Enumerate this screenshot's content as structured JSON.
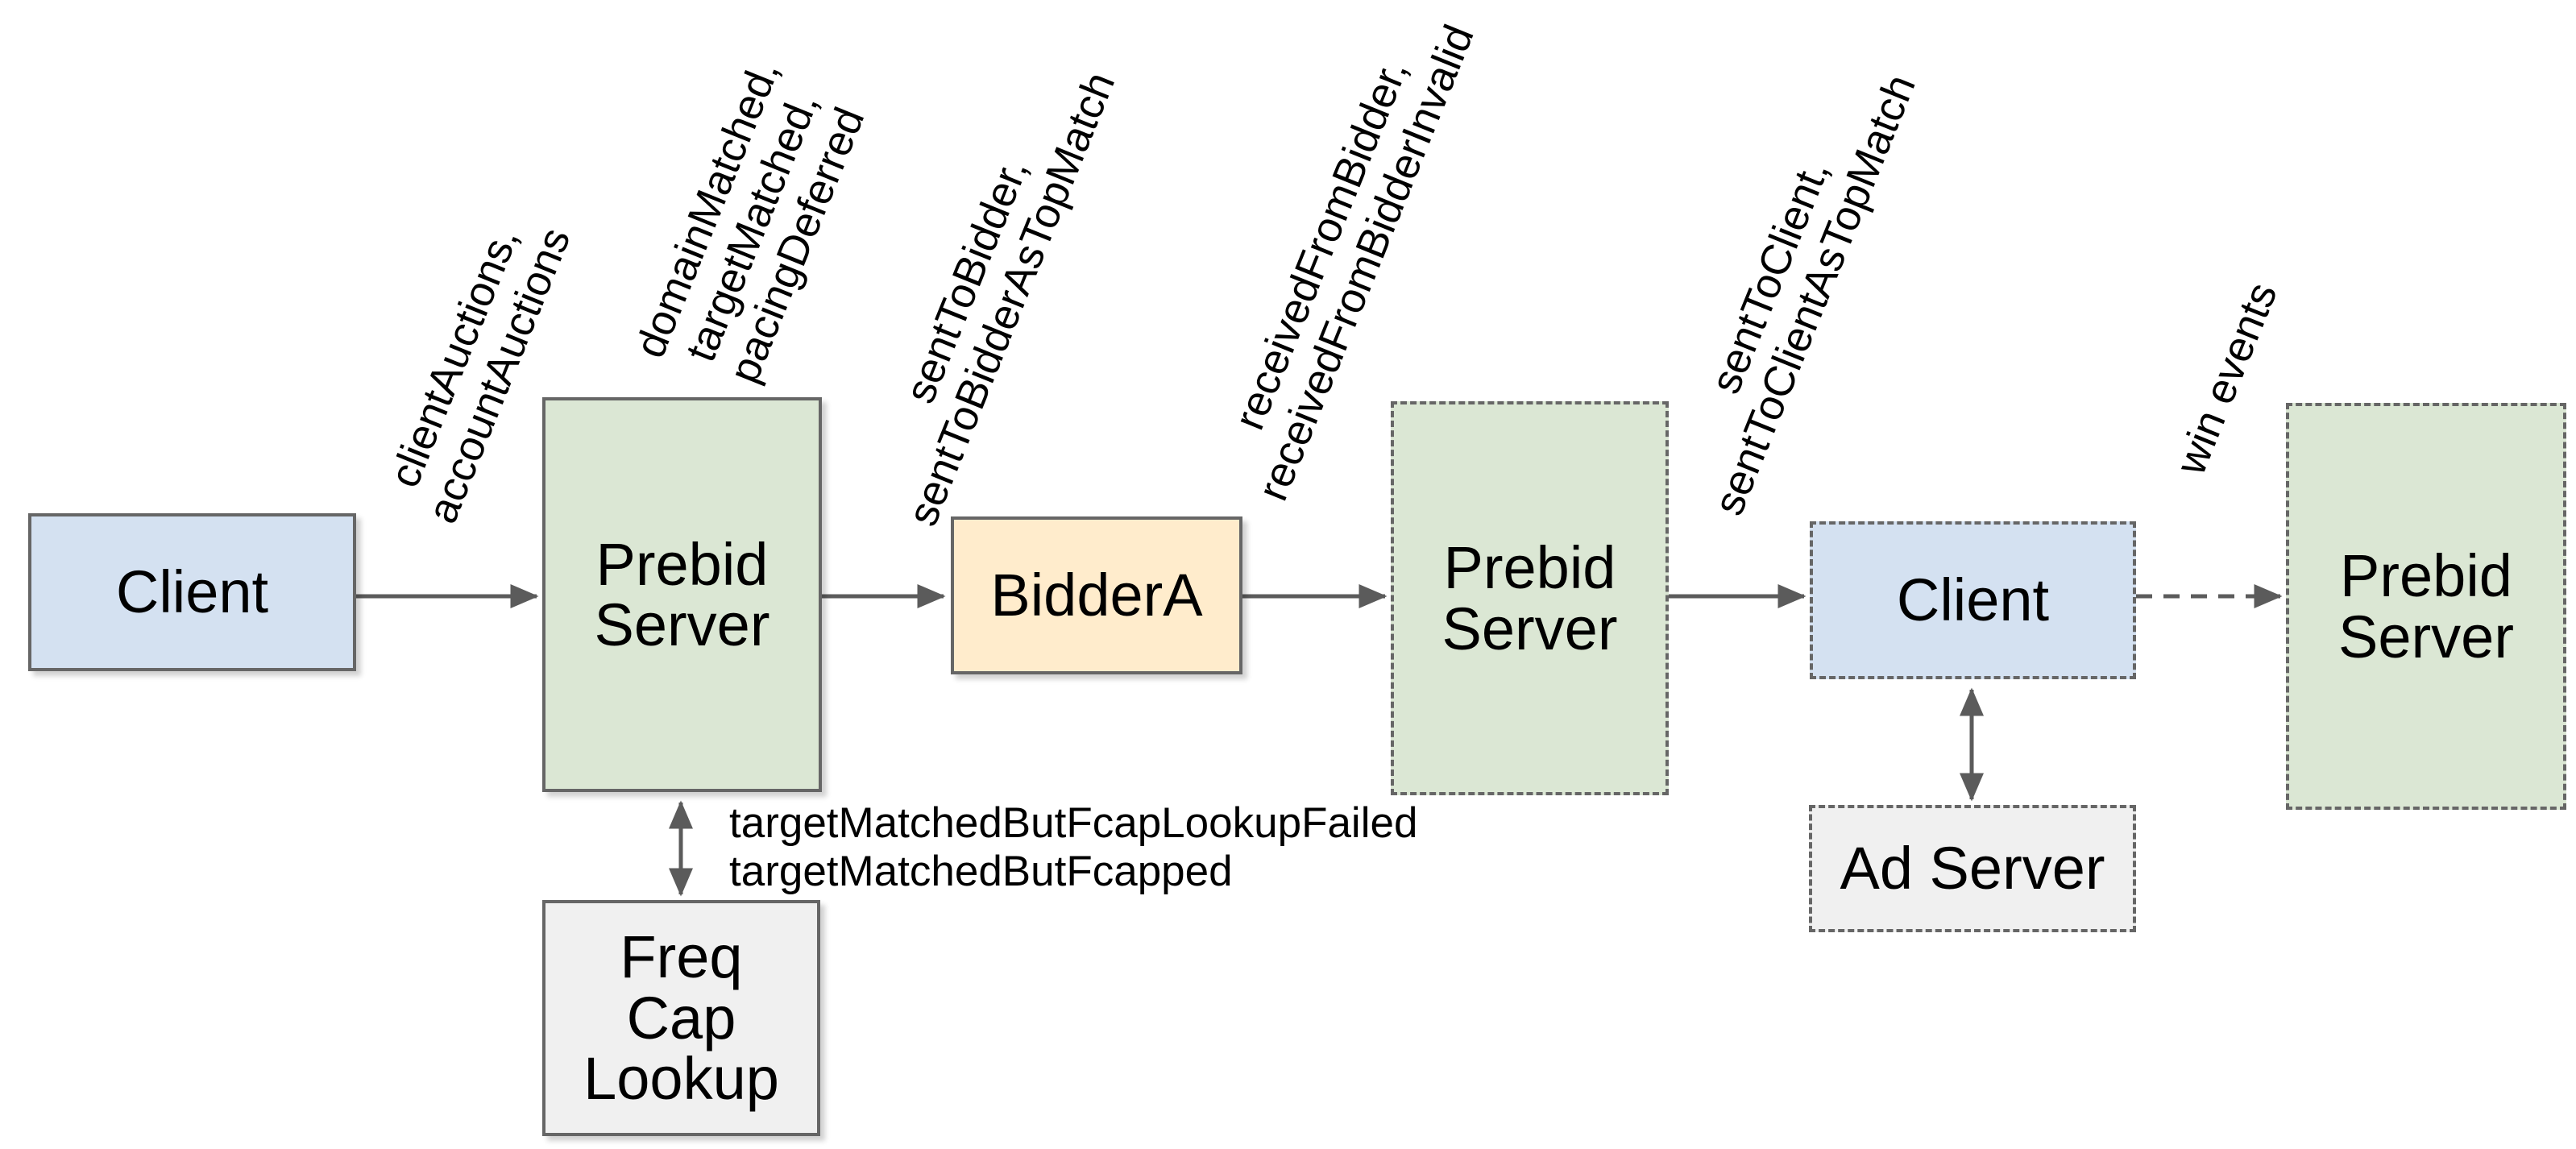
{
  "diagram": {
    "title": "Prebid Server event flow diagram",
    "colors": {
      "node_blue": "#d4e1f1",
      "node_green": "#dbe7d4",
      "node_yellow": "#ffeccc",
      "node_gray": "#f0f0f0",
      "node_border": "#666666",
      "arrow": "#5b5b5b",
      "text": "#000000",
      "background": "#ffffff"
    },
    "nodes": {
      "client1": {
        "label": "Client",
        "fill": "#d4e1f1",
        "border_style": "solid"
      },
      "ps1": {
        "label": "Prebid\nServer",
        "fill": "#dbe7d4",
        "border_style": "solid"
      },
      "bidder_a": {
        "label": "BidderA",
        "fill": "#ffeccc",
        "border_style": "solid"
      },
      "ps2": {
        "label": "Prebid\nServer",
        "fill": "#dbe7d4",
        "border_style": "dashed"
      },
      "client2": {
        "label": "Client",
        "fill": "#d4e1f1",
        "border_style": "dashed"
      },
      "ps3": {
        "label": "Prebid\nServer",
        "fill": "#dbe7d4",
        "border_style": "dashed"
      },
      "ad_server": {
        "label": "Ad Server",
        "fill": "#f0f0f0",
        "border_style": "dashed"
      },
      "freq_cap": {
        "label": "Freq\nCap\nLookup",
        "fill": "#f0f0f0",
        "border_style": "solid"
      }
    },
    "edge_labels": {
      "client_to_ps1": "clientAuctions,\naccountAuctions",
      "ps1_metrics": "domainMatched,\ntargetMatched,\npacingDeferred",
      "ps1_to_bidder": "sentToBidder,\nsentToBidderAsTopMatch",
      "bidder_to_ps2": "receivedFromBidder,\nreceivedFromBidderInvalid",
      "ps2_to_client": "sentToClient,\nsentToClientAsTopMatch",
      "client_to_ps3": "win events",
      "ps1_to_freq_cap": "targetMatchedButFcapLookupFailed\ntargetMatchedButFcapped"
    },
    "edges": [
      {
        "from": "client1",
        "to": "ps1",
        "style": "solid",
        "direction": "one-way"
      },
      {
        "from": "ps1",
        "to": "bidder_a",
        "style": "solid",
        "direction": "one-way"
      },
      {
        "from": "bidder_a",
        "to": "ps2",
        "style": "solid",
        "direction": "one-way"
      },
      {
        "from": "ps2",
        "to": "client2",
        "style": "solid",
        "direction": "one-way"
      },
      {
        "from": "client2",
        "to": "ps3",
        "style": "dashed",
        "direction": "one-way"
      },
      {
        "from": "ps1",
        "to": "freq_cap",
        "style": "solid",
        "direction": "two-way"
      },
      {
        "from": "client2",
        "to": "ad_server",
        "style": "solid",
        "direction": "two-way"
      }
    ]
  }
}
